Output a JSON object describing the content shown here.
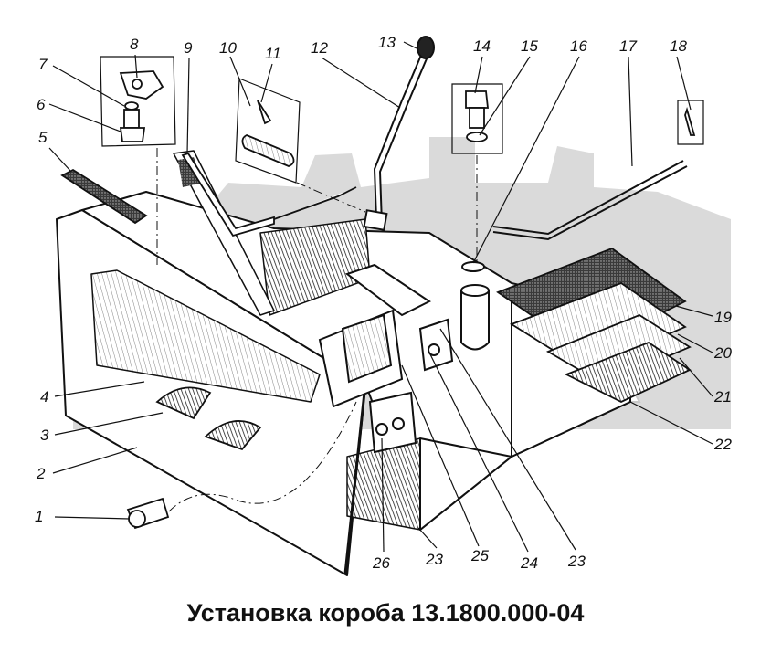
{
  "caption": "Установка короба 13.1800.000-04",
  "callouts": [
    "1",
    "2",
    "3",
    "4",
    "5",
    "6",
    "7",
    "8",
    "9",
    "10",
    "11",
    "12",
    "13",
    "14",
    "15",
    "16",
    "17",
    "18",
    "19",
    "20",
    "21",
    "22",
    "23",
    "24",
    "25",
    "26"
  ],
  "colors": {
    "ink": "#111111",
    "watermark": "#d6d6d6",
    "background": "#ffffff"
  }
}
